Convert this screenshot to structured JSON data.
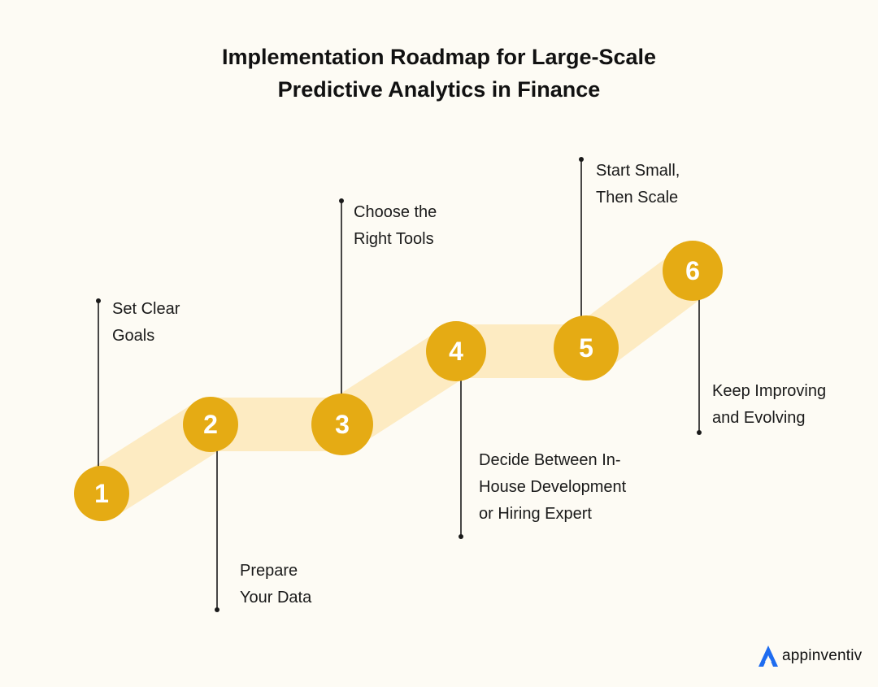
{
  "title": {
    "line1": "Implementation Roadmap for Large-Scale",
    "line2": "Predictive Analytics in Finance"
  },
  "steps": [
    {
      "number": "1",
      "label_lines": [
        "Set Clear",
        "Goals"
      ]
    },
    {
      "number": "2",
      "label_lines": [
        "Prepare",
        "Your Data"
      ]
    },
    {
      "number": "3",
      "label_lines": [
        "Choose the",
        "Right Tools"
      ]
    },
    {
      "number": "4",
      "label_lines": [
        "Decide Between In-",
        "House Development",
        "or Hiring Expert"
      ]
    },
    {
      "number": "5",
      "label_lines": [
        "Start Small,",
        "Then Scale"
      ]
    },
    {
      "number": "6",
      "label_lines": [
        "Keep Improving",
        "and Evolving"
      ]
    }
  ],
  "colors": {
    "background": "#fdfbf4",
    "circle": "#e5ab14",
    "band": "#fdebc2",
    "line": "#1a1a1a",
    "logo_accent": "#1e6cf0"
  },
  "logo": {
    "text": "appinventiv",
    "icon": "appinventiv-logo-icon"
  }
}
